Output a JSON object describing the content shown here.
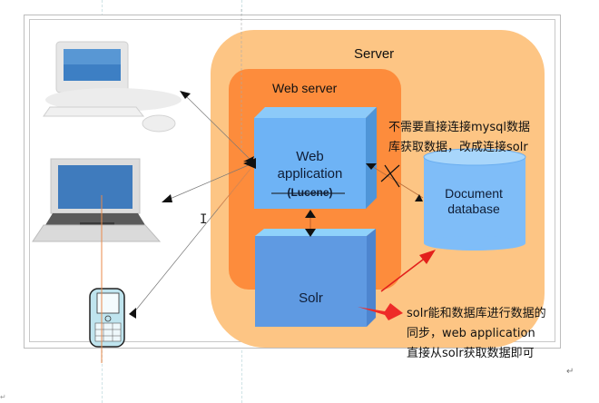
{
  "diagram": {
    "server_label": "Server",
    "webserver_label": "Web server",
    "web_app": {
      "line1": "Web",
      "line2": "application",
      "line3": "(Lucene)",
      "line3_struck": true
    },
    "solr_label": "Solr",
    "database": {
      "line1": "Document",
      "line2": "database"
    },
    "clients": [
      "desktop-computer",
      "laptop",
      "mobile-phone"
    ],
    "annotation_top": {
      "line1": "不需要直接连接mysql数据",
      "line2": "库获取数据，改成连接solr"
    },
    "annotation_bottom": {
      "line1": "solr能和数据库进行数据的",
      "line2": "同步，web application",
      "line3": "直接从solr获取数据即可"
    },
    "colors": {
      "server_bg": "#fdc584",
      "webserver_bg": "#fd8c3c",
      "webapp_box": "#6eb3f5",
      "solr_box": "#5f9ae2",
      "database": "#7fbdf8",
      "red_arrow": "#e3201b"
    },
    "return_mark": "↵"
  }
}
